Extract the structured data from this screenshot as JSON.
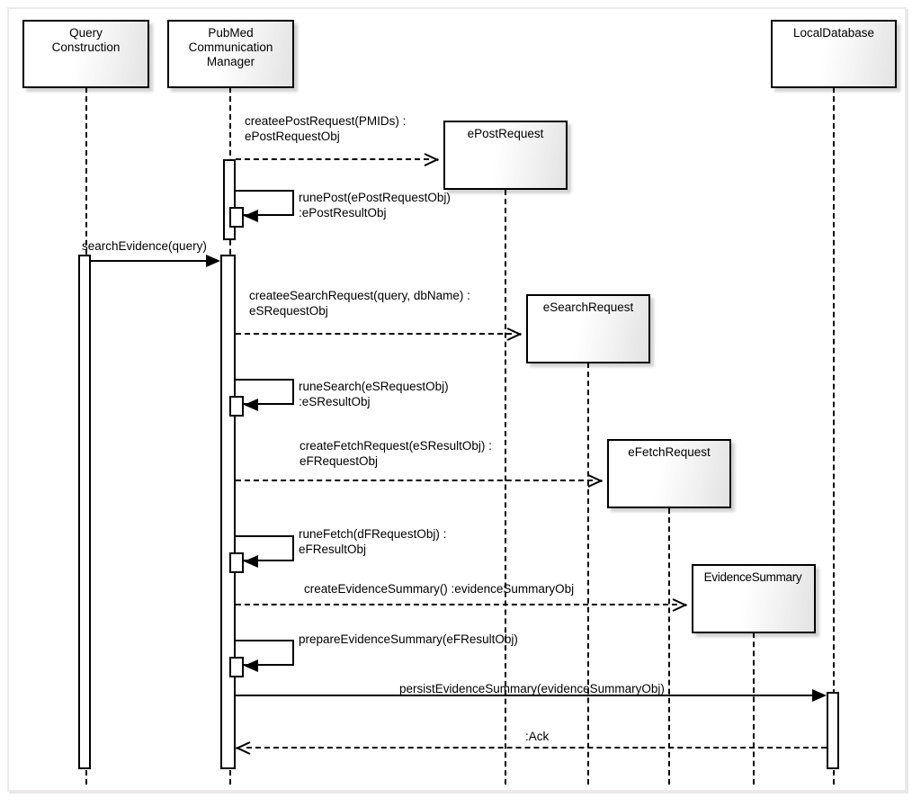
{
  "diagram": {
    "type": "uml-sequence-diagram",
    "title": "PubMed evidence retrieval sequence",
    "background_color": "#ffffff",
    "line_color": "#000000",
    "frame_color": "#eceaea"
  },
  "lifelines": [
    {
      "id": "query-construction",
      "label_lines": [
        "Query",
        "Construction"
      ]
    },
    {
      "id": "pubmed-comm-manager",
      "label_lines": [
        "PubMed",
        "Communication",
        "Manager"
      ]
    },
    {
      "id": "epost-request",
      "label_lines": [
        "ePostRequest"
      ]
    },
    {
      "id": "esearch-request",
      "label_lines": [
        "eSearchRequest"
      ]
    },
    {
      "id": "efetch-request",
      "label_lines": [
        "eFetchRequest"
      ]
    },
    {
      "id": "evidence-summary",
      "label_lines": [
        "EvidenceSummary"
      ]
    },
    {
      "id": "local-database",
      "label_lines": [
        "LocalDatabase"
      ]
    }
  ],
  "messages": [
    {
      "id": "m1",
      "kind": "create",
      "from": "pubmed-comm-manager",
      "to": "epost-request",
      "label_lines": [
        "createePostRequest(PMIDs) :",
        "ePostRequestObj"
      ]
    },
    {
      "id": "m2",
      "kind": "self",
      "from": "pubmed-comm-manager",
      "to": "pubmed-comm-manager",
      "label_lines": [
        "runePost(ePostRequestObj)",
        ":ePostResultObj"
      ]
    },
    {
      "id": "m3",
      "kind": "call",
      "from": "query-construction",
      "to": "pubmed-comm-manager",
      "label_lines": [
        "searchEvidence(query)"
      ]
    },
    {
      "id": "m4",
      "kind": "create",
      "from": "pubmed-comm-manager",
      "to": "esearch-request",
      "label_lines": [
        "createeSearchRequest(query, dbName) :",
        "eSRequestObj"
      ]
    },
    {
      "id": "m5",
      "kind": "self",
      "from": "pubmed-comm-manager",
      "to": "pubmed-comm-manager",
      "label_lines": [
        "runeSearch(eSRequestObj)",
        ":eSResultObj"
      ]
    },
    {
      "id": "m6",
      "kind": "create",
      "from": "pubmed-comm-manager",
      "to": "efetch-request",
      "label_lines": [
        "createFetchRequest(eSResultObj) :",
        "eFRequestObj"
      ]
    },
    {
      "id": "m7",
      "kind": "self",
      "from": "pubmed-comm-manager",
      "to": "pubmed-comm-manager",
      "label_lines": [
        "runeFetch(dFRequestObj) :",
        "eFResultObj"
      ]
    },
    {
      "id": "m8",
      "kind": "create",
      "from": "pubmed-comm-manager",
      "to": "evidence-summary",
      "label_lines": [
        "createEvidenceSummary() :evidenceSummaryObj"
      ]
    },
    {
      "id": "m9",
      "kind": "self",
      "from": "pubmed-comm-manager",
      "to": "pubmed-comm-manager",
      "label_lines": [
        "prepareEvidenceSummary(eFResultObj)"
      ]
    },
    {
      "id": "m10",
      "kind": "call",
      "from": "pubmed-comm-manager",
      "to": "local-database",
      "label_lines": [
        "persistEvidenceSummary(evidenceSummaryObj)"
      ]
    },
    {
      "id": "m11",
      "kind": "return",
      "from": "local-database",
      "to": "pubmed-comm-manager",
      "label_lines": [
        ":Ack"
      ]
    }
  ]
}
